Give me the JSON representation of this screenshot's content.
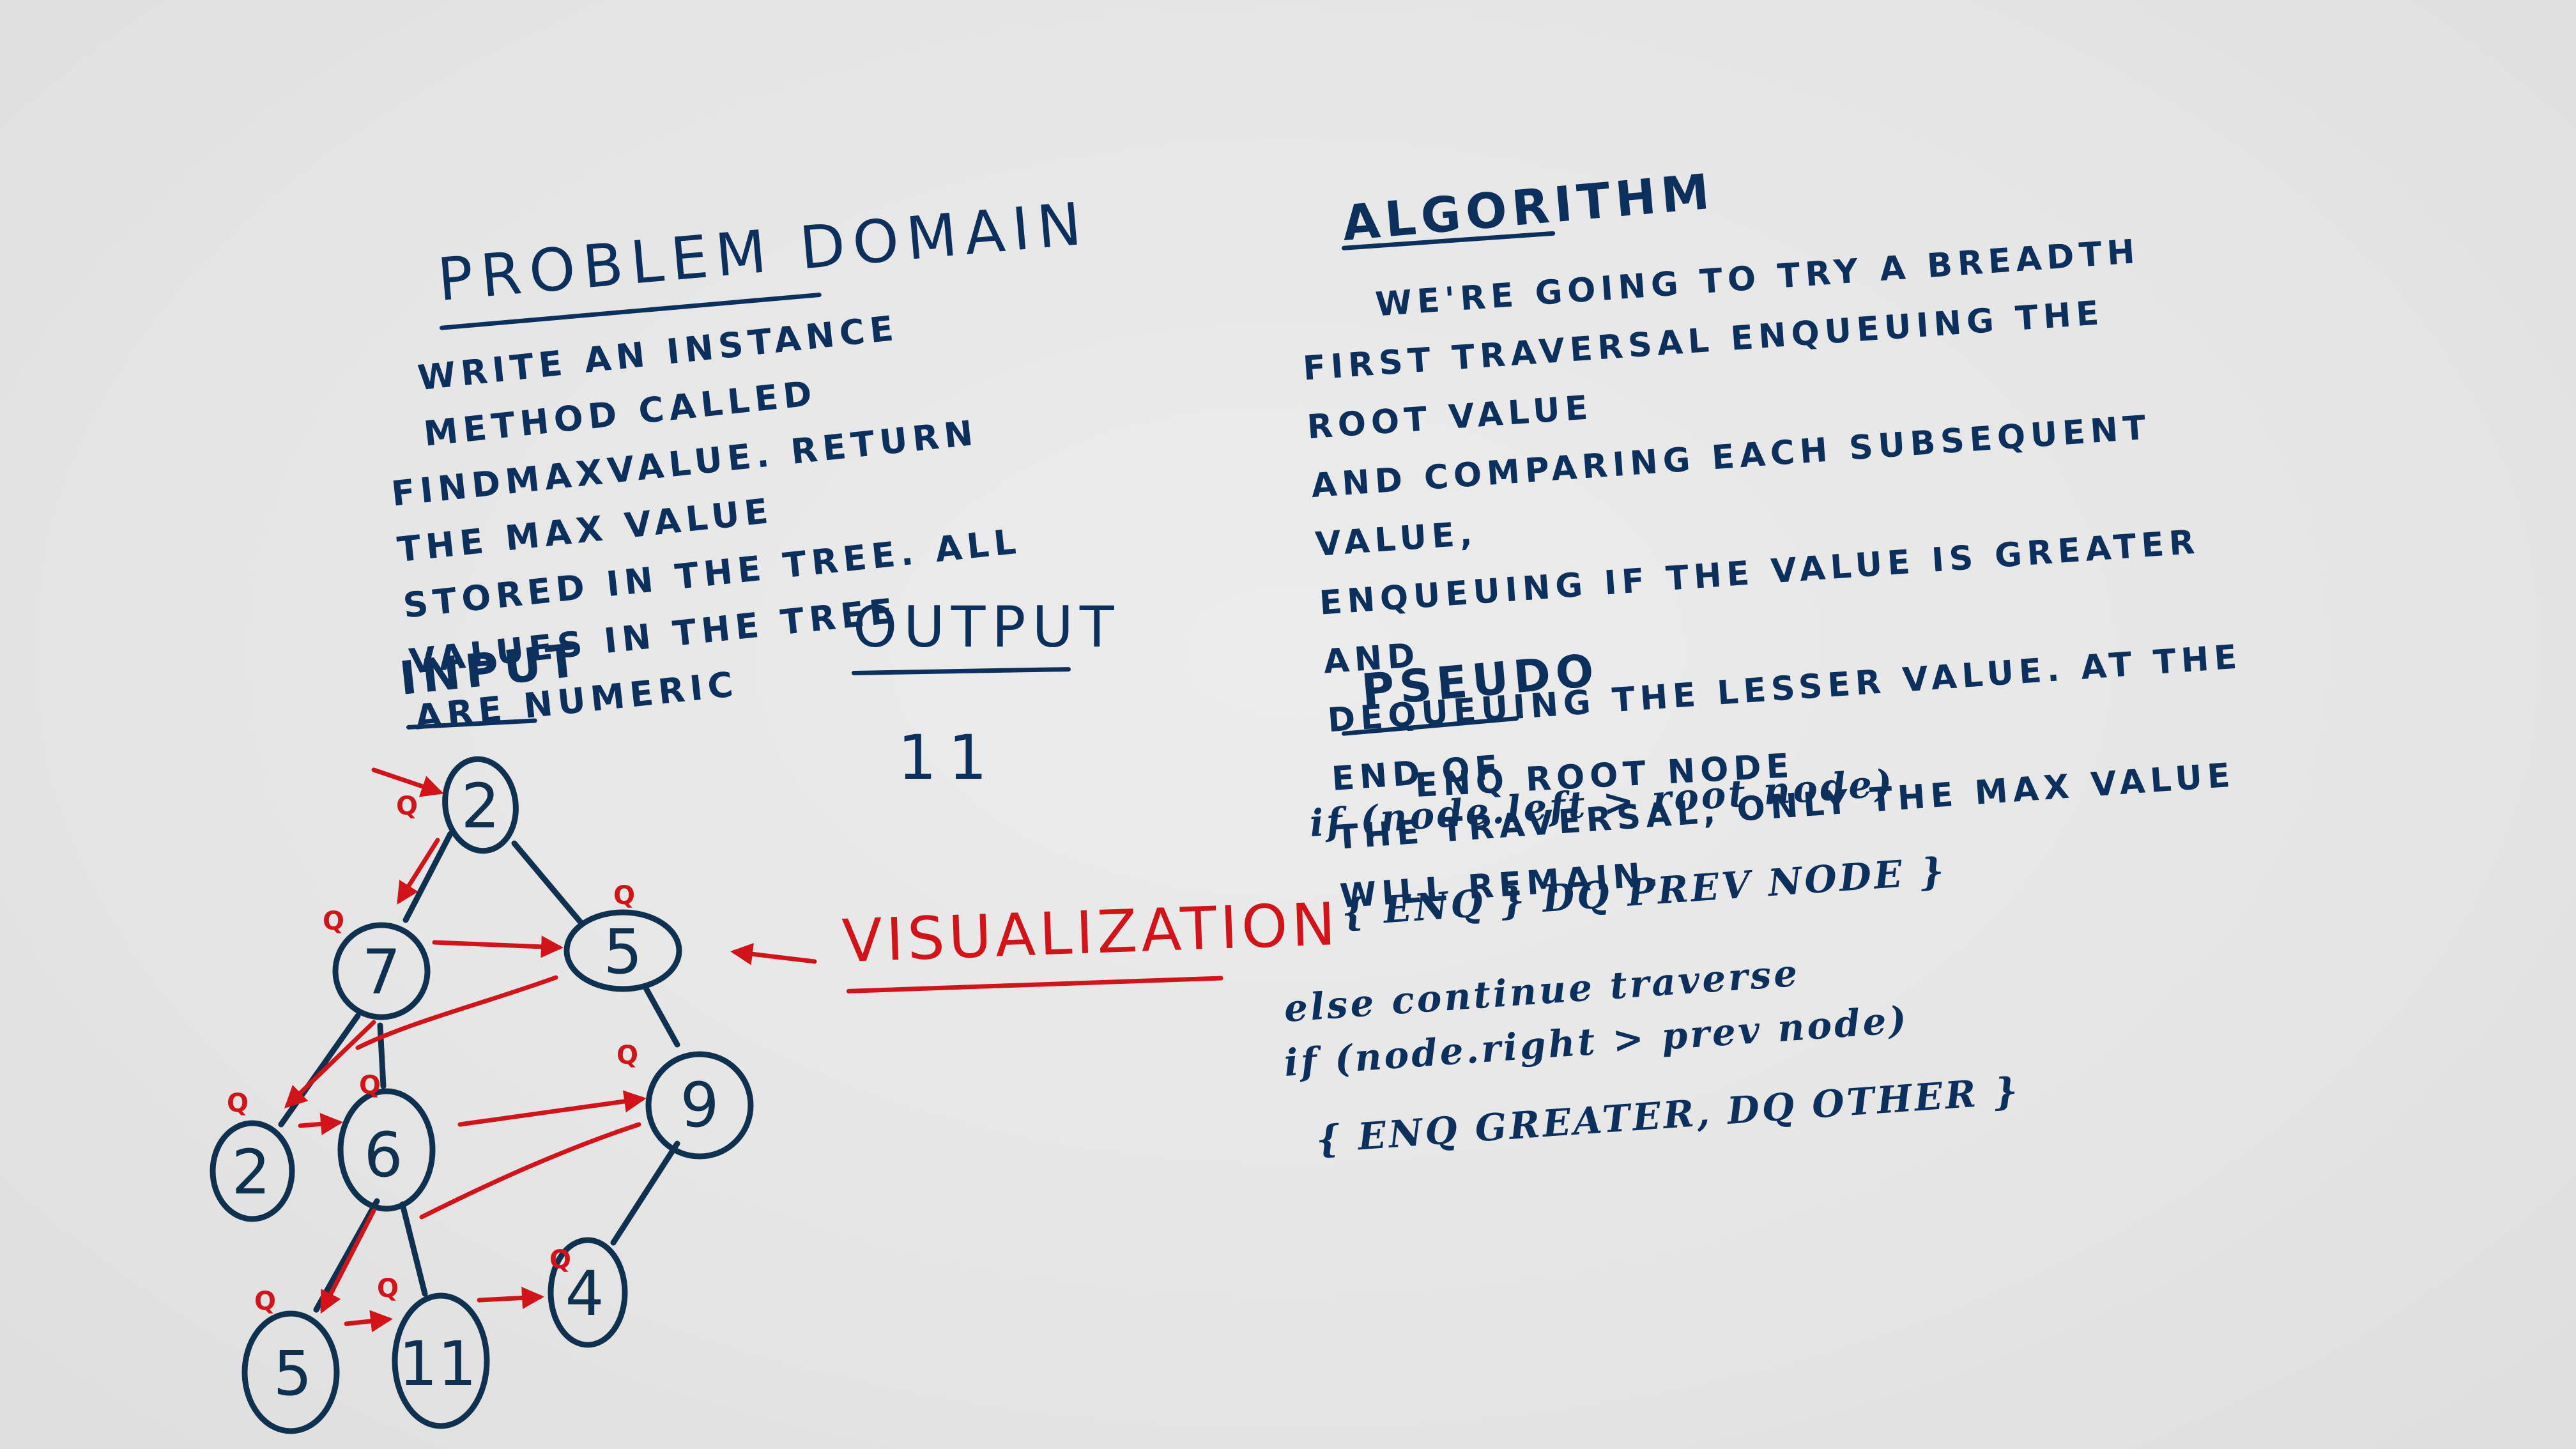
{
  "problem_domain": {
    "title": "Problem Domain",
    "lines": [
      "Write an instance method called",
      "findMaxValue. Return the max value",
      "stored in the tree. All values in the tree",
      "are numeric"
    ]
  },
  "algorithm": {
    "title": "Algorithm",
    "lines": [
      "We're going to try a breadth",
      "first traversal enqueuing the root value",
      "and comparing each subsequent value,",
      "enqueuing if the value is greater and",
      "dequeuing the lesser value. At the end of",
      "the traversal, only the max value will remain."
    ]
  },
  "pseudo": {
    "title": "Pseudo",
    "lines": [
      "ENQ ROOT NODE",
      "if (node.left > root node)",
      "{ ENQ } DQ PREV NODE }",
      "else   continue traverse",
      "if (node.right > prev node)",
      "{ ENQ GREATER, DQ OTHER }"
    ]
  },
  "input": {
    "title": "Input"
  },
  "output": {
    "title": "Output",
    "value": "11"
  },
  "visualization": {
    "label": "Visualization"
  },
  "tree": {
    "nodes": [
      {
        "id": "n2root",
        "value": "2"
      },
      {
        "id": "n7",
        "value": "7"
      },
      {
        "id": "n5top",
        "value": "5"
      },
      {
        "id": "n2left",
        "value": "2"
      },
      {
        "id": "n6",
        "value": "6"
      },
      {
        "id": "n9",
        "value": "9"
      },
      {
        "id": "n5bottom",
        "value": "5"
      },
      {
        "id": "n11",
        "value": "11"
      },
      {
        "id": "n4",
        "value": "4"
      }
    ],
    "queue_marker": "Q",
    "ink_color": "#10304f",
    "arrow_color": "#d0141a"
  }
}
